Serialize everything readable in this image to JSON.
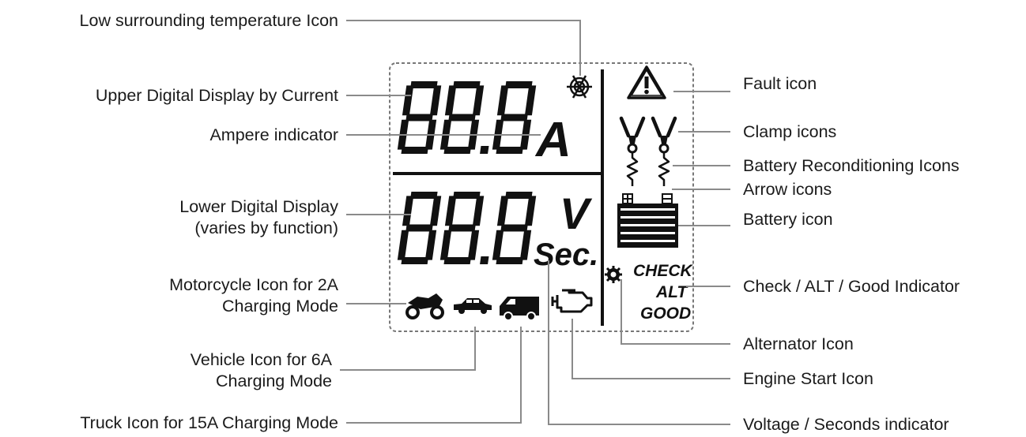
{
  "labels": {
    "low_temp": "Low surrounding temperature Icon",
    "upper_display": "Upper Digital Display by Current",
    "ampere": "Ampere indicator",
    "lower_display_1": "Lower Digital Display",
    "lower_display_2": "(varies by function)",
    "motorcycle_1": "Motorcycle Icon for 2A",
    "motorcycle_2": "Charging Mode",
    "vehicle_1": "Vehicle Icon for 6A",
    "vehicle_2": "Charging Mode",
    "truck": "Truck Icon for 15A Charging Mode",
    "fault": "Fault icon",
    "clamp": "Clamp icons",
    "recond": "Battery Reconditioning Icons",
    "arrow": "Arrow icons",
    "battery": "Battery icon",
    "check_alt_good": "Check / ALT / Good Indicator",
    "alternator": "Alternator Icon",
    "engine_start": "Engine Start Icon",
    "volt_sec": "Voltage / Seconds indicator"
  },
  "lcd": {
    "upper_digits": "88.8",
    "lower_digits": "88.8",
    "amp_unit": "A",
    "volt_unit": "V",
    "sec_unit": "Sec.",
    "check": "CHECK",
    "alt": "ALT",
    "good": "GOOD"
  },
  "icons": [
    "snowflake-icon",
    "fault-icon",
    "clamp-icon",
    "reconditioning-icon",
    "battery-icon",
    "alternator-icon",
    "motorcycle-icon",
    "car-icon",
    "truck-icon",
    "engine-icon"
  ]
}
